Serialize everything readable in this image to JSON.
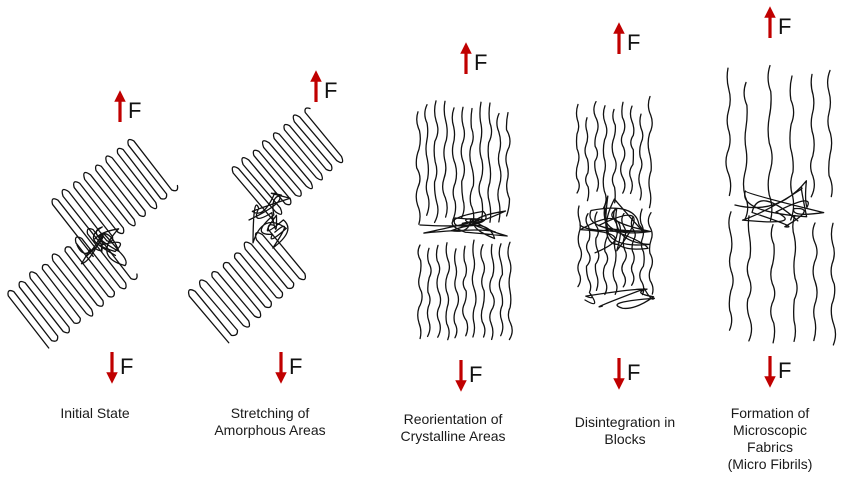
{
  "force_label": "F",
  "colors": {
    "arrow": "#c00000",
    "chain": "#111111"
  },
  "stages": [
    {
      "id": "initial",
      "caption": [
        "Initial State"
      ]
    },
    {
      "id": "stretching",
      "caption": [
        "Stretching of",
        "Amorphous Areas"
      ]
    },
    {
      "id": "reorientation",
      "caption": [
        "Reorientation of",
        "Crystalline Areas"
      ]
    },
    {
      "id": "disintegration",
      "caption": [
        "Disintegration in",
        "Blocks"
      ]
    },
    {
      "id": "formation",
      "caption": [
        "Formation of",
        "Microscopic",
        "Fabrics",
        "(Micro Fibrils)"
      ]
    }
  ]
}
